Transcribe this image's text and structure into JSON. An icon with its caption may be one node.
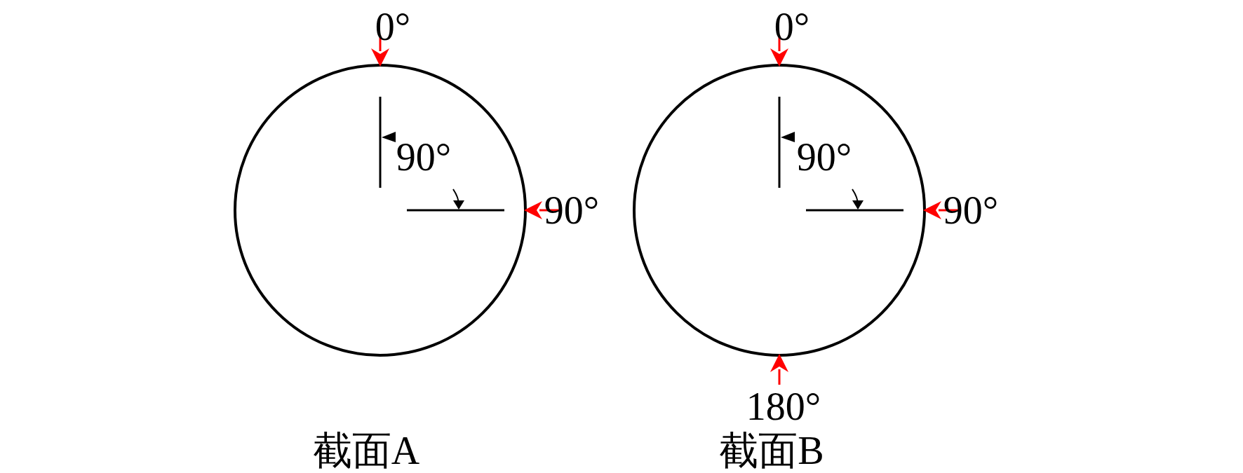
{
  "diagram": {
    "labels": [
      "0°",
      "0°",
      "90°",
      "90°",
      "90°",
      "90°",
      "180°",
      "截面A",
      "截面B"
    ]
  }
}
